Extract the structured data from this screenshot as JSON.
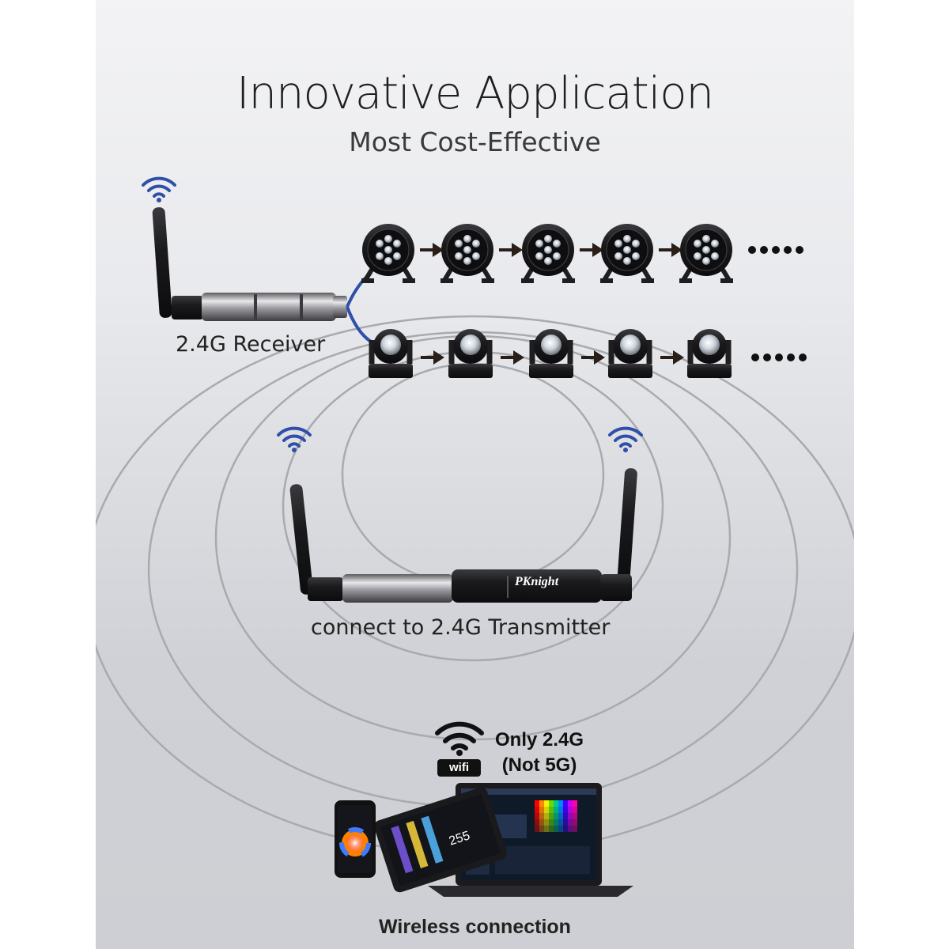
{
  "header": {
    "title": "Innovative Application",
    "subtitle": "Most Cost-Effective"
  },
  "labels": {
    "receiver": "2.4G Receiver",
    "transmitter": "connect to 2.4G Transmitter",
    "band_line1": "Only 2.4G",
    "band_line2": "(Not 5G)",
    "wifi_badge": "wifi",
    "footer": "Wireless connection"
  },
  "colors": {
    "cable": "#2f4fa8",
    "arrow": "#2a1e18",
    "fixture": "#1e1e20",
    "rings": "#a8aaae"
  },
  "icons": [
    "wifi-signal-icon",
    "antenna-icon",
    "par-light-icon",
    "moving-head-icon",
    "arrow-right-icon",
    "wifi-badge-icon",
    "phone-icon",
    "tablet-icon",
    "laptop-icon"
  ]
}
